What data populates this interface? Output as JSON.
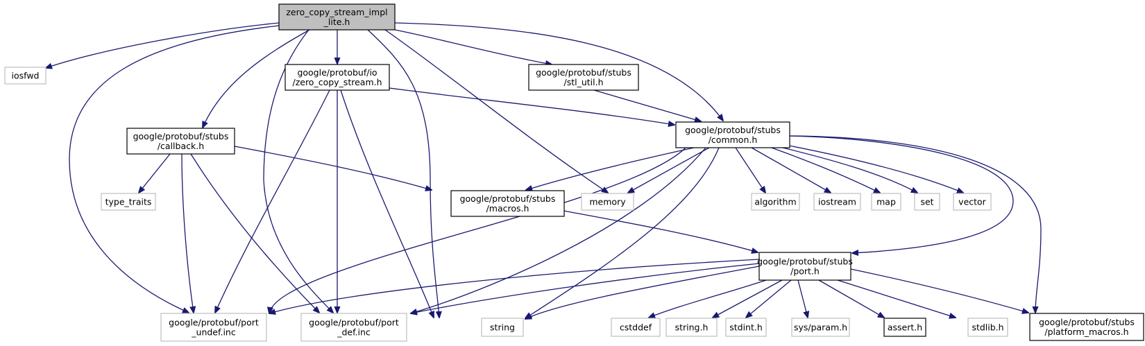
{
  "diagram": {
    "type": "include-dependency-graph",
    "edge_color": "#191970",
    "nodes": [
      {
        "id": "root",
        "lines": [
          "zero_copy_stream_impl",
          "_lite.h"
        ],
        "kind": "root"
      },
      {
        "id": "iosfwd",
        "lines": [
          "iosfwd"
        ],
        "kind": "ext"
      },
      {
        "id": "zcs",
        "lines": [
          "google/protobuf/io",
          "/zero_copy_stream.h"
        ],
        "kind": "doc"
      },
      {
        "id": "stl_util",
        "lines": [
          "google/protobuf/stubs",
          "/stl_util.h"
        ],
        "kind": "doc"
      },
      {
        "id": "callback",
        "lines": [
          "google/protobuf/stubs",
          "/callback.h"
        ],
        "kind": "doc"
      },
      {
        "id": "common",
        "lines": [
          "google/protobuf/stubs",
          "/common.h"
        ],
        "kind": "doc"
      },
      {
        "id": "type_traits",
        "lines": [
          "type_traits"
        ],
        "kind": "ext"
      },
      {
        "id": "macros",
        "lines": [
          "google/protobuf/stubs",
          "/macros.h"
        ],
        "kind": "doc"
      },
      {
        "id": "memory",
        "lines": [
          "memory"
        ],
        "kind": "ext"
      },
      {
        "id": "algorithm",
        "lines": [
          "algorithm"
        ],
        "kind": "ext"
      },
      {
        "id": "iostream",
        "lines": [
          "iostream"
        ],
        "kind": "ext"
      },
      {
        "id": "map",
        "lines": [
          "map"
        ],
        "kind": "ext"
      },
      {
        "id": "set",
        "lines": [
          "set"
        ],
        "kind": "ext"
      },
      {
        "id": "vector",
        "lines": [
          "vector"
        ],
        "kind": "ext"
      },
      {
        "id": "port",
        "lines": [
          "google/protobuf/stubs",
          "/port.h"
        ],
        "kind": "doc"
      },
      {
        "id": "port_undef",
        "lines": [
          "google/protobuf/port",
          "_undef.inc"
        ],
        "kind": "ext"
      },
      {
        "id": "port_def",
        "lines": [
          "google/protobuf/port",
          "_def.inc"
        ],
        "kind": "ext"
      },
      {
        "id": "string",
        "lines": [
          "string"
        ],
        "kind": "ext"
      },
      {
        "id": "cstddef",
        "lines": [
          "cstddef"
        ],
        "kind": "ext"
      },
      {
        "id": "string_h",
        "lines": [
          "string.h"
        ],
        "kind": "ext"
      },
      {
        "id": "stdint_h",
        "lines": [
          "stdint.h"
        ],
        "kind": "ext"
      },
      {
        "id": "sys_param_h",
        "lines": [
          "sys/param.h"
        ],
        "kind": "ext"
      },
      {
        "id": "assert_h",
        "lines": [
          "assert.h"
        ],
        "kind": "dark"
      },
      {
        "id": "stdlib_h",
        "lines": [
          "stdlib.h"
        ],
        "kind": "ext"
      },
      {
        "id": "platform_macros",
        "lines": [
          "google/protobuf/stubs",
          "/platform_macros.h"
        ],
        "kind": "doc"
      }
    ],
    "edges": [
      [
        "root",
        "iosfwd"
      ],
      [
        "root",
        "zcs"
      ],
      [
        "root",
        "stl_util"
      ],
      [
        "root",
        "callback"
      ],
      [
        "root",
        "common"
      ],
      [
        "root",
        "memory"
      ],
      [
        "root",
        "port_undef"
      ],
      [
        "root",
        "port_def"
      ],
      [
        "root",
        "string"
      ],
      [
        "zcs",
        "common"
      ],
      [
        "zcs",
        "port_undef"
      ],
      [
        "zcs",
        "port_def"
      ],
      [
        "zcs",
        "string"
      ],
      [
        "stl_util",
        "common"
      ],
      [
        "callback",
        "type_traits"
      ],
      [
        "callback",
        "macros"
      ],
      [
        "callback",
        "port_undef"
      ],
      [
        "callback",
        "port_def"
      ],
      [
        "common",
        "macros"
      ],
      [
        "common",
        "memory"
      ],
      [
        "common",
        "algorithm"
      ],
      [
        "common",
        "iostream"
      ],
      [
        "common",
        "map"
      ],
      [
        "common",
        "set"
      ],
      [
        "common",
        "vector"
      ],
      [
        "common",
        "port"
      ],
      [
        "common",
        "platform_macros"
      ],
      [
        "common",
        "port_undef"
      ],
      [
        "common",
        "port_def"
      ],
      [
        "common",
        "string"
      ],
      [
        "macros",
        "port"
      ],
      [
        "port",
        "port_undef"
      ],
      [
        "port",
        "port_def"
      ],
      [
        "port",
        "string"
      ],
      [
        "port",
        "cstddef"
      ],
      [
        "port",
        "string_h"
      ],
      [
        "port",
        "stdint_h"
      ],
      [
        "port",
        "sys_param_h"
      ],
      [
        "port",
        "assert_h"
      ],
      [
        "port",
        "stdlib_h"
      ],
      [
        "port",
        "platform_macros"
      ]
    ]
  }
}
